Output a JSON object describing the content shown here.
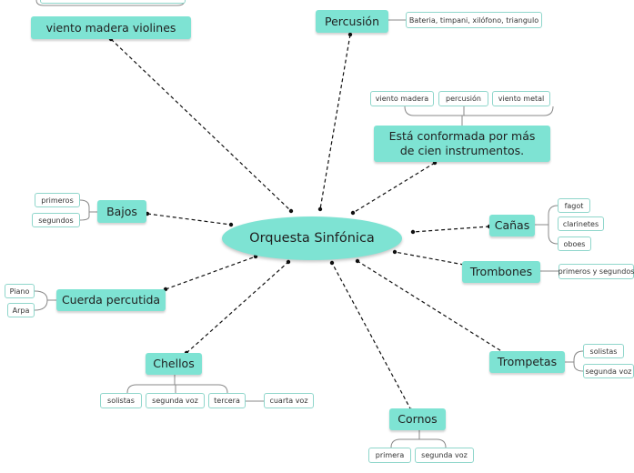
{
  "central": "Orquesta Sinfónica",
  "colors": {
    "node_fill": "#7ee3d3",
    "leaf_border": "#8fd6cb",
    "connector": "#111111",
    "bracket": "#888888"
  },
  "topics": {
    "viento": "viento madera violines",
    "percusion": "Percusión",
    "conformada": "Está conformada por más de cien instrumentos.",
    "bajos": "Bajos",
    "canas": "Cañas",
    "trombones": "Trombones",
    "cuerda": "Cuerda percutida",
    "chellos": "Chellos",
    "trompetas": "Trompetas",
    "cornos": "Cornos"
  },
  "leaves": {
    "percusion": [
      "Bateria, timpani, xilófono, triangulo"
    ],
    "conformada": [
      "viento madera",
      "percusión",
      "viento metal"
    ],
    "bajos": [
      "primeros",
      "segundos"
    ],
    "canas": [
      "fagot",
      "clarinetes",
      "oboes"
    ],
    "trombones": [
      "primeros y segundos"
    ],
    "cuerda": [
      "Piano",
      "Arpa"
    ],
    "chellos": [
      "solistas",
      "segunda voz",
      "tercera",
      "cuarta voz"
    ],
    "trompetas": [
      "solistas",
      "segunda voz"
    ],
    "cornos": [
      "primera",
      "segunda voz"
    ]
  }
}
